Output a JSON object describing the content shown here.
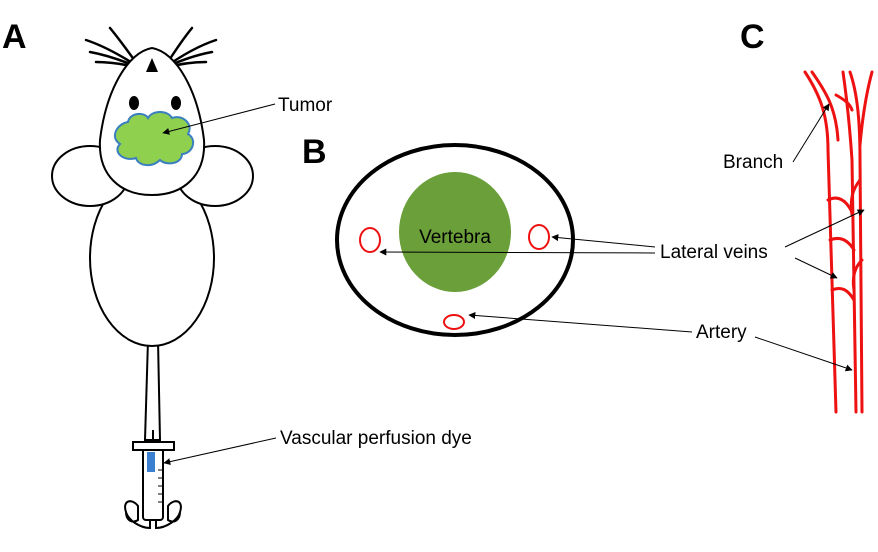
{
  "panels": {
    "a": "A",
    "b": "B",
    "c": "C"
  },
  "labels": {
    "tumor": "Tumor",
    "dye": "Vascular perfusion dye",
    "vertebra": "Vertebra",
    "lateral_veins": "Lateral veins",
    "artery": "Artery",
    "branch": "Branch"
  },
  "colors": {
    "tumor": "#8fd14f",
    "tumor_outline": "#3a7fbf",
    "vertebra": "#6a9f3a",
    "vessel": "#ee1111",
    "dye": "#3b7fd0"
  }
}
